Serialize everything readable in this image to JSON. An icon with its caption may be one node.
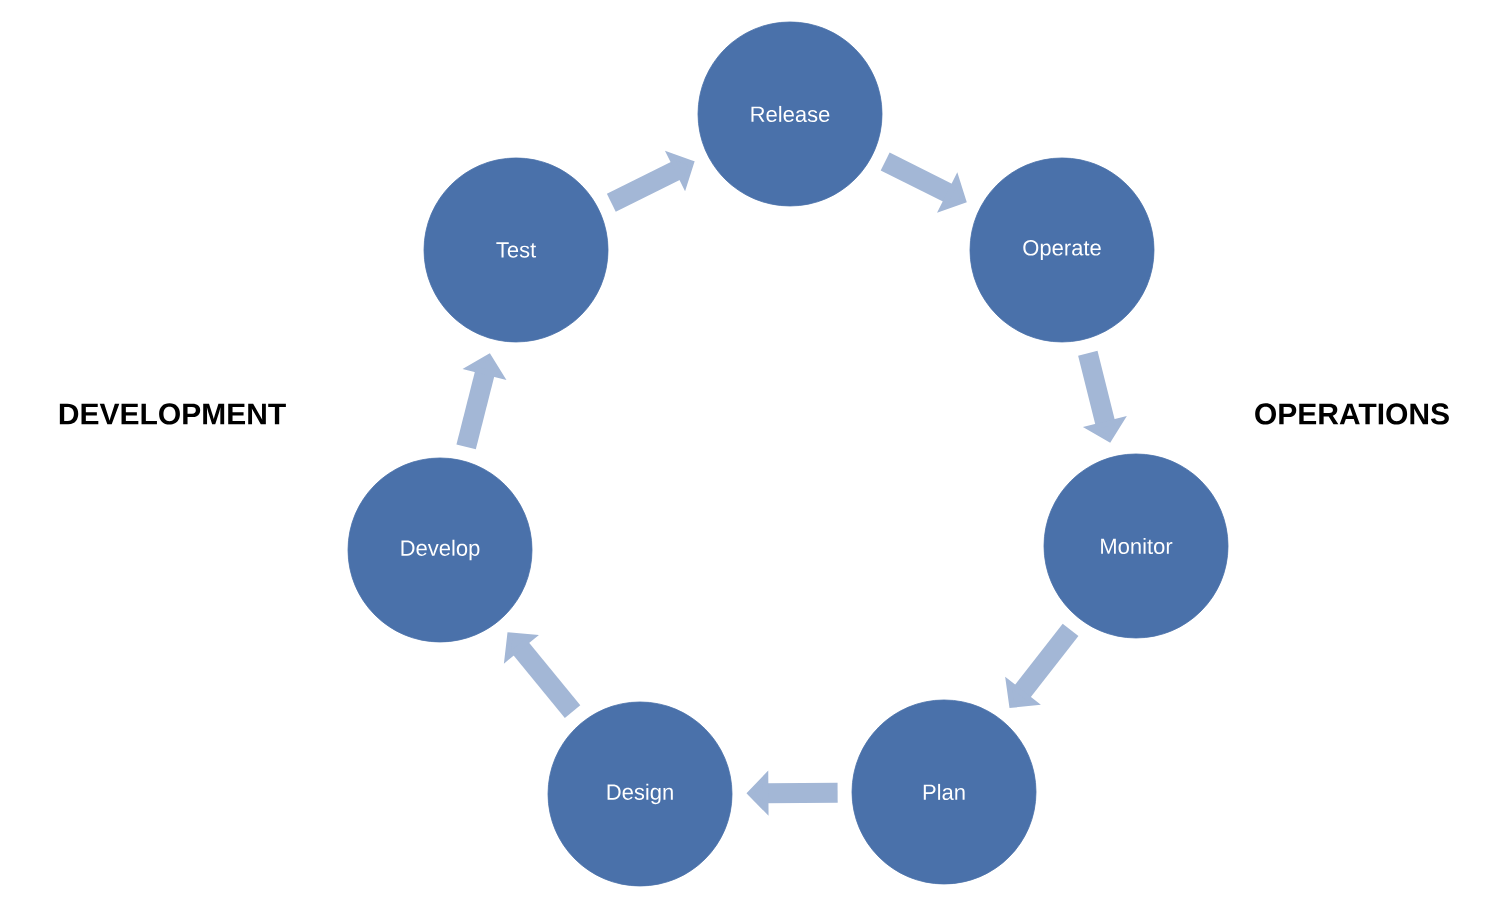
{
  "diagram": {
    "nodes": [
      {
        "text": [
          "Release"
        ]
      },
      {
        "text": [
          "Operate"
        ]
      },
      {
        "text": [
          "Monitor"
        ]
      },
      {
        "text": [
          "Plan"
        ]
      },
      {
        "text": [
          "Design"
        ]
      },
      {
        "text": [
          "Develop"
        ]
      },
      {
        "text": [
          "Test"
        ]
      }
    ],
    "edges": [
      {
        "from": 0,
        "to": 1,
        "arrow": "to"
      },
      {
        "from": 1,
        "to": 2,
        "arrow": "to"
      },
      {
        "from": 2,
        "to": 3,
        "arrow": "to"
      },
      {
        "from": 3,
        "to": 4,
        "arrow": "to"
      },
      {
        "from": 4,
        "to": 5,
        "arrow": "to"
      },
      {
        "from": 5,
        "to": 6,
        "arrow": "to"
      },
      {
        "from": 6,
        "to": 0,
        "arrow": "to"
      }
    ],
    "labels": [
      "DEVELOPMENT",
      "OPERATIONS"
    ]
  }
}
